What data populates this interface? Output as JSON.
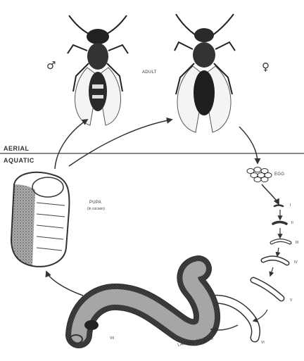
{
  "zones": {
    "aerial": "AERIAL",
    "aquatic": "AQUATIC"
  },
  "labels": {
    "male_symbol": "♂",
    "female_symbol": "♀",
    "adult": "ADULT",
    "egg": "EGG",
    "pupa": "PUPA",
    "pupa_note": "(in cocoon)",
    "larval_stages": "LARVAL STAGES"
  },
  "larval_numerals": [
    "I",
    "II",
    "III",
    "IV",
    "V",
    "VI",
    "VII"
  ],
  "colors": {
    "ink": "#222222",
    "paper": "#ffffff"
  }
}
